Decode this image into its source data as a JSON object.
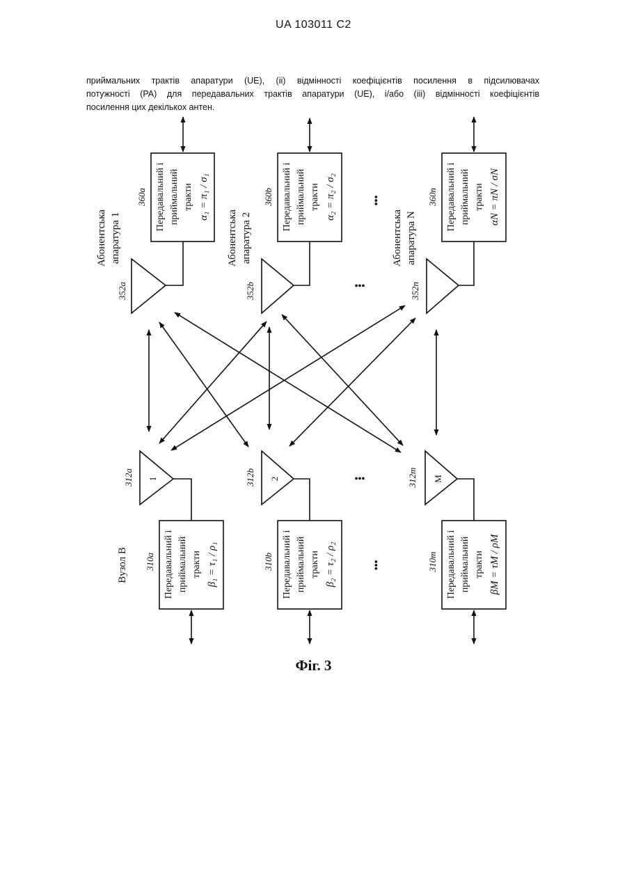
{
  "header": {
    "text": "UA   103011   C2"
  },
  "paragraph": {
    "lines": [
      "приймальних трактів апаратури (UE), (ii) відмінності коефіцієнтів посилення в підсилювачах",
      "потужності (PA) для передавальних трактів апаратури (UE), і/або (iii) відмінності коефіцієнтів",
      "посилення цих декількох антен."
    ]
  },
  "diagram": {
    "node_b_label": "Вузол  В",
    "ue_labels": {
      "ue1": [
        "Абонентська",
        "апаратура 1"
      ],
      "ue2": [
        "Абонентська",
        "апаратура  2"
      ],
      "ueN": [
        "Абонентська",
        "апаратура N"
      ]
    },
    "ue_blocks": [
      {
        "ref": "360a",
        "lines": [
          "Передавальний і",
          "приймальний",
          "тракти"
        ],
        "formula": "α₁ = π₁ / σ₁"
      },
      {
        "ref": "360b",
        "lines": [
          "Передавальний і",
          "приймальний",
          "тракти"
        ],
        "formula": "α₂ = π₂ / σ₂"
      },
      {
        "ref": "360n",
        "lines": [
          "Передавальний і",
          "приймальний",
          "тракти"
        ],
        "formula": "αN = πN / σN"
      }
    ],
    "ue_antennas": [
      "352a",
      "352b",
      "352n"
    ],
    "node_antennas": [
      {
        "ref": "312a",
        "label": "1"
      },
      {
        "ref": "312b",
        "label": "2"
      },
      {
        "ref": "312m",
        "label": "M"
      }
    ],
    "node_blocks": [
      {
        "ref": "310a",
        "lines": [
          "Передавальний і",
          "приймальний",
          "тракти"
        ],
        "formula": "β₁ = τ₁ / ρ₁"
      },
      {
        "ref": "310b",
        "lines": [
          "Передавальний і",
          "приймальний",
          "тракти"
        ],
        "formula": "β₂ = τ₂ / ρ₂"
      },
      {
        "ref": "310m",
        "lines": [
          "Передавальний і",
          "приймальний",
          "тракти"
        ],
        "formula": "βM = τM / ρM"
      }
    ],
    "ellipsis": "•••"
  },
  "caption": {
    "text": "Фіг. 3"
  }
}
